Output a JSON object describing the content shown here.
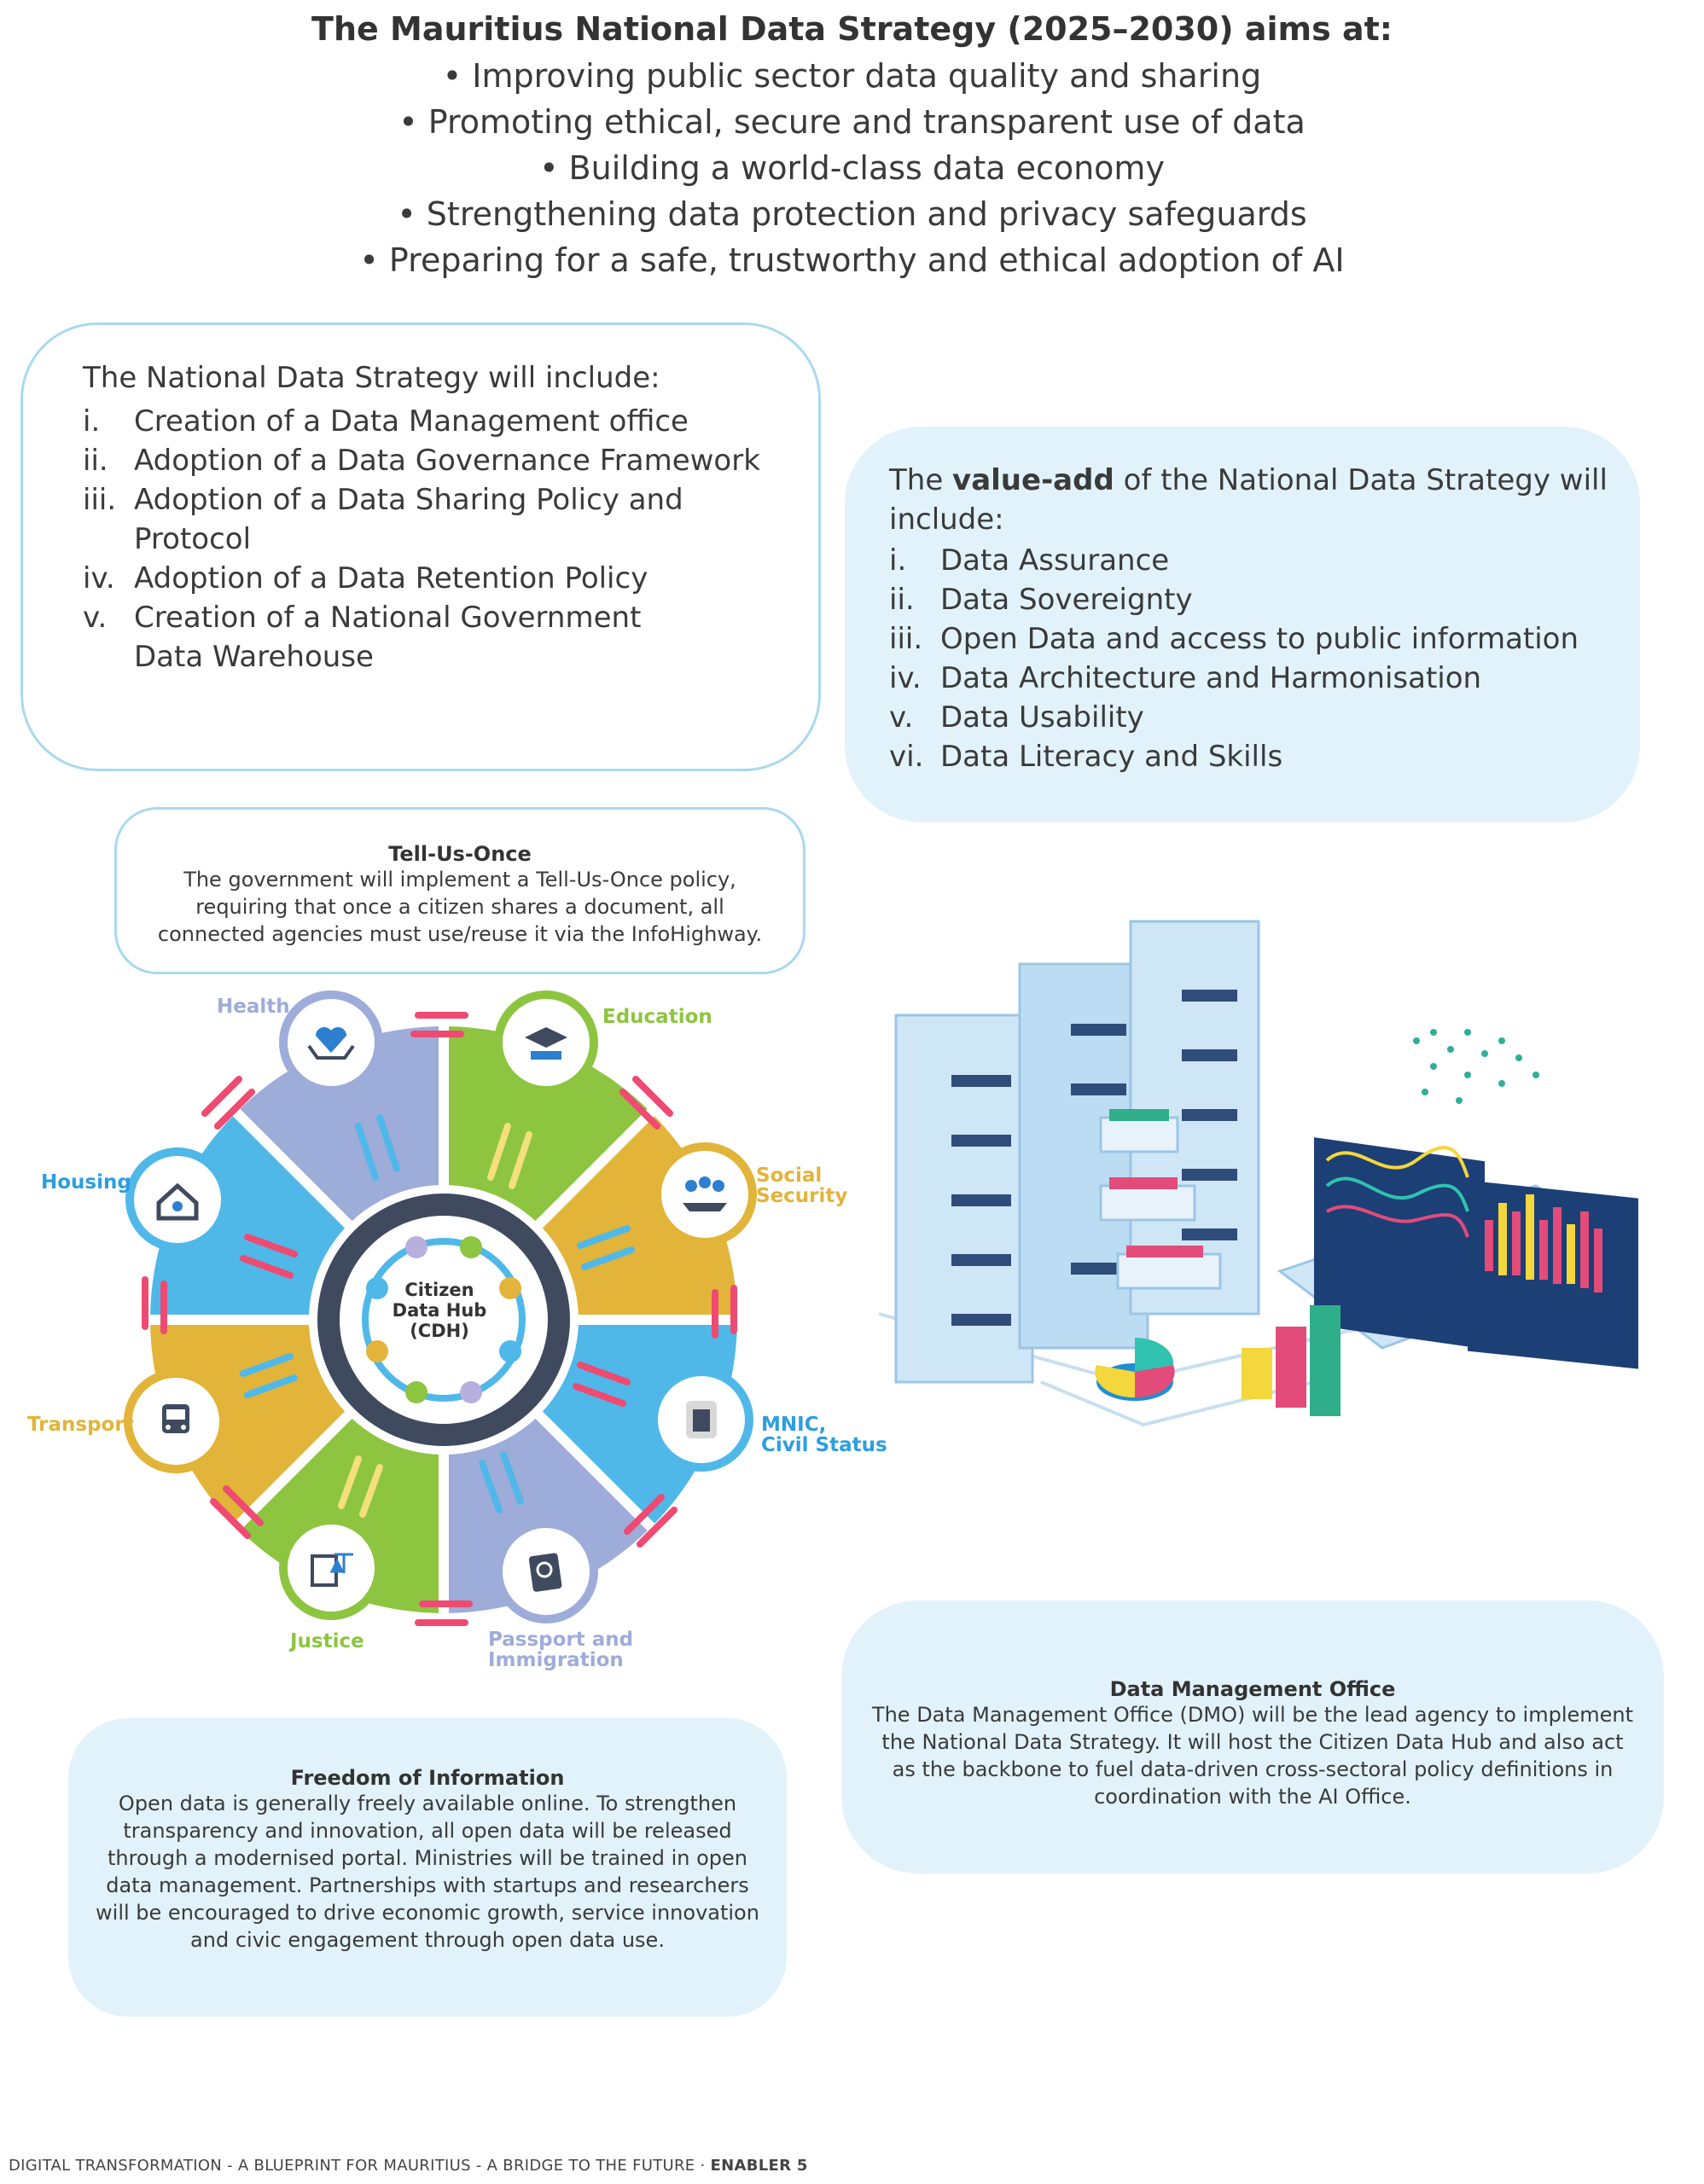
{
  "header": {
    "title": "The Mauritius National Data Strategy (2025–2030) aims at:",
    "aims": [
      "• Improving public sector data quality and sharing",
      "• Promoting ethical, secure and transparent use of data",
      "• Building a world-class data economy",
      "• Strengthening data protection and privacy safeguards",
      "• Preparing for a safe, trustworthy and ethical adoption of AI"
    ]
  },
  "includes": {
    "intro": "The National Data Strategy will  include:",
    "items": [
      {
        "num": "i.",
        "text": "Creation of a Data Management office"
      },
      {
        "num": "ii.",
        "text": "Adoption of a Data Governance Framework"
      },
      {
        "num": "iii.",
        "text": "Adoption of a Data Sharing Policy and Protocol"
      },
      {
        "num": "iv.",
        "text": "Adoption of a Data Retention Policy"
      },
      {
        "num": "v.",
        "text": "Creation of a National Government Data Warehouse"
      }
    ]
  },
  "value_add": {
    "intro_pre": "The ",
    "intro_bold": "value-add",
    "intro_post": " of the National Data Strategy will include:",
    "items": [
      {
        "num": "i.",
        "text": "Data Assurance"
      },
      {
        "num": "ii.",
        "text": "Data Sovereignty"
      },
      {
        "num": "iii.",
        "text": "Open Data and access to public information"
      },
      {
        "num": "iv.",
        "text": "Data Architecture and Harmonisation"
      },
      {
        "num": "v.",
        "text": "Data Usability"
      },
      {
        "num": "vi.",
        "text": "Data Literacy and Skills"
      }
    ]
  },
  "tell_us_once": {
    "title": "Tell-Us-Once",
    "body": "The government will implement a Tell-Us-Once policy, requiring that once a citizen shares a document, all connected agencies must use/reuse it via the InfoHighway."
  },
  "wheel": {
    "hub": [
      "Citizen",
      "Data Hub",
      "(CDH)"
    ],
    "sectors": {
      "health": "Health",
      "education": "Education",
      "social_security": [
        "Social",
        "Security"
      ],
      "housing": "Housing",
      "transport": "Transport",
      "mnic": [
        "MNIC,",
        "Civil Status"
      ],
      "justice": "Justice",
      "passport": [
        "Passport and",
        "Immigration"
      ]
    },
    "colors": {
      "lavender": "#9eacd9",
      "green": "#8dc540",
      "gold": "#e2b43a",
      "blue": "#4fb8e8",
      "hub_ring": "#3f4a5e",
      "arrow": "#ef4a72"
    }
  },
  "foi": {
    "title": "Freedom of Information",
    "body": "Open data is generally freely available online. To strengthen transparency and innovation, all open data will be released through a modernised portal. Ministries will be trained in open data management. Partnerships with startups and researchers will be encouraged to drive economic growth, service innovation and civic engagement through open data use."
  },
  "dmo": {
    "title": "Data Management Office",
    "body": "The Data Management Office (DMO) will be the lead agency to implement the National Data Strategy. It will host the Citizen Data Hub and also act as the backbone to fuel data-driven cross-sectoral policy definitions in coordination with the AI Office."
  },
  "footer": {
    "text": "DIGITAL TRANSFORMATION - A BLUEPRINT FOR MAURITIUS - A BRIDGE TO THE FUTURE · ",
    "bold": "ENABLER 5"
  }
}
